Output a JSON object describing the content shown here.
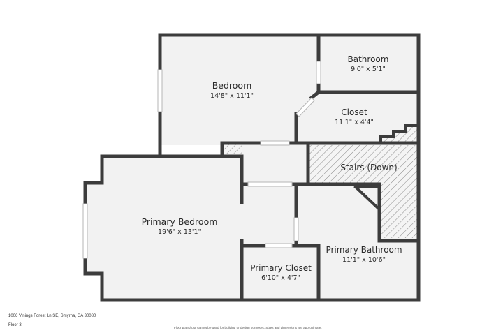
{
  "plan": {
    "rooms": [
      {
        "id": "bedroom",
        "name": "Bedroom",
        "dims": "14'8\" x 11'1\""
      },
      {
        "id": "bathroom",
        "name": "Bathroom",
        "dims": "9'0\" x 5'1\""
      },
      {
        "id": "closet",
        "name": "Closet",
        "dims": "11'1\" x 4'4\""
      },
      {
        "id": "stairs",
        "name": "Stairs (Down)"
      },
      {
        "id": "primary-bedroom",
        "name": "Primary Bedroom",
        "dims": "19'6\" x 13'1\""
      },
      {
        "id": "primary-bathroom",
        "name": "Primary Bathroom",
        "dims": "11'1\" x 10'6\""
      },
      {
        "id": "primary-closet",
        "name": "Primary Closet",
        "dims": "6'10\" x 4'7\""
      }
    ]
  },
  "footer": {
    "address": "1006 Vinings Forest Ln SE, Smyrna, GA 30080",
    "floor": "Floor 3",
    "disclaimer": "Floor plans/tour cannot be used for building or design purposes. Sizes and dimensions are approximate."
  },
  "colors": {
    "wall": "#3c3c3c",
    "floor": "#f2f2f2",
    "hatch": "#8a8a8a"
  }
}
